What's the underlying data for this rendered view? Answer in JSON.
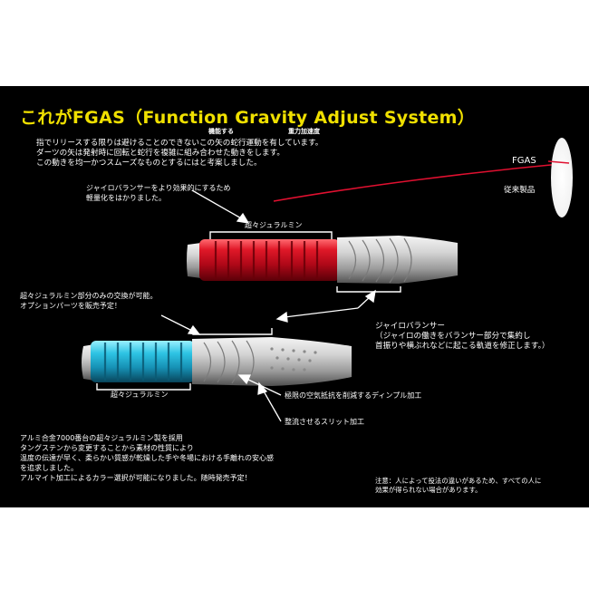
{
  "title": "これがFGAS（Function Gravity Adjust System）",
  "subtitle_function": "機能する",
  "subtitle_gravity": "重力加速度",
  "intro_lines": [
    "指でリリースする限りは避けることのできないこの矢の蛇行運動を有しています。",
    "ダーツの矢は発射時に回転と蛇行を複雑に組み合わせた動きをします。",
    "この動きを均一かつスムーズなものとするにはと考案しました。"
  ],
  "trajectory_label_fgas": "FGAS",
  "trajectory_label_conventional": "従来製品",
  "gyro_note_lines": [
    "ジャイロバランサーをより効果的にするため",
    "軽量化をはかりました。"
  ],
  "red_dart_label": "超々ジュラルミン",
  "exchange_lines": [
    "超々ジュラルミン部分のみの交換が可能。",
    "オプションパーツを販売予定！"
  ],
  "balancer_lines": [
    "ジャイロバランサー",
    "（ジャイロの働きをバランサー部分で集約し",
    "首振りや横ぶれなどに起こる軌道を修正します。）"
  ],
  "blue_dart_label": "超々ジュラルミン",
  "dimple_label": "極限の空気抵抗を削減するディンプル加工",
  "slit_label": "整流させるスリット加工",
  "material_lines": [
    "アルミ合金7000番台の超々ジュラルミン製を採用",
    "タングステンから変更することから素材の性質により",
    "温度の伝達が早く、柔らかい質感が乾燥した手や冬場における手離れの安心感",
    "を追求しました。",
    "アルマイト加工によるカラー選択が可能になりました。随時発売予定！"
  ],
  "notice_lines": [
    "注意：人によって投法の違いがあるため、すべての人に",
    "効果が得られない場合があります。"
  ],
  "colors": {
    "background": "#000000",
    "page": "#ffffff",
    "title": "#f0e000",
    "red_anodized": "#d81020",
    "blue_anodized": "#22b8d8",
    "trajectory_line": "#e01030",
    "steel": "#c8c8c8"
  }
}
